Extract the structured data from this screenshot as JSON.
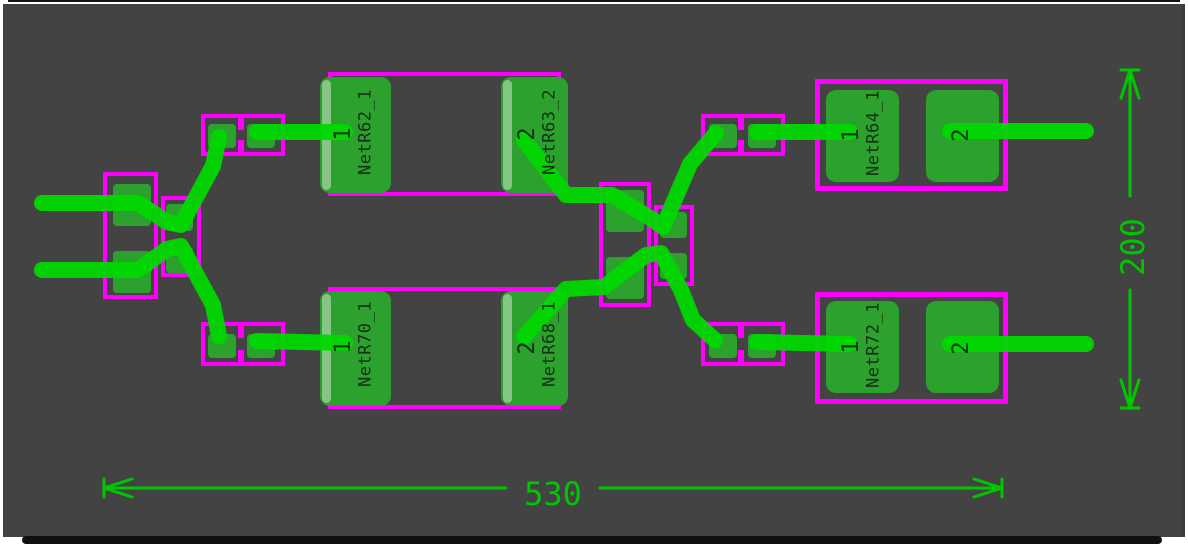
{
  "title": "PCB layout routed differential section with dimensions",
  "canvas": {
    "background_color": "#434343",
    "outline_color": "#ff00ff",
    "pad_color": "#2da12d",
    "trace_color": "#00d800",
    "dimension_color": "#00c600",
    "label_color": "#153015"
  },
  "components": {
    "top_center": {
      "pads": [
        {
          "number": "1",
          "net": "NetR62_1"
        },
        {
          "number": "2",
          "net": "NetR63_2"
        }
      ]
    },
    "bottom_center": {
      "pads": [
        {
          "number": "1",
          "net": "NetR70_1"
        },
        {
          "number": "2",
          "net": "NetR68_1"
        }
      ]
    },
    "top_right": {
      "pads": [
        {
          "number": "1",
          "net": "NetR64_1"
        },
        {
          "number": "2",
          "net": ""
        }
      ]
    },
    "bottom_right": {
      "pads": [
        {
          "number": "1",
          "net": "NetR72_1"
        },
        {
          "number": "2",
          "net": ""
        }
      ]
    }
  },
  "dimensions": {
    "horizontal_label": "530",
    "vertical_label": "200"
  }
}
